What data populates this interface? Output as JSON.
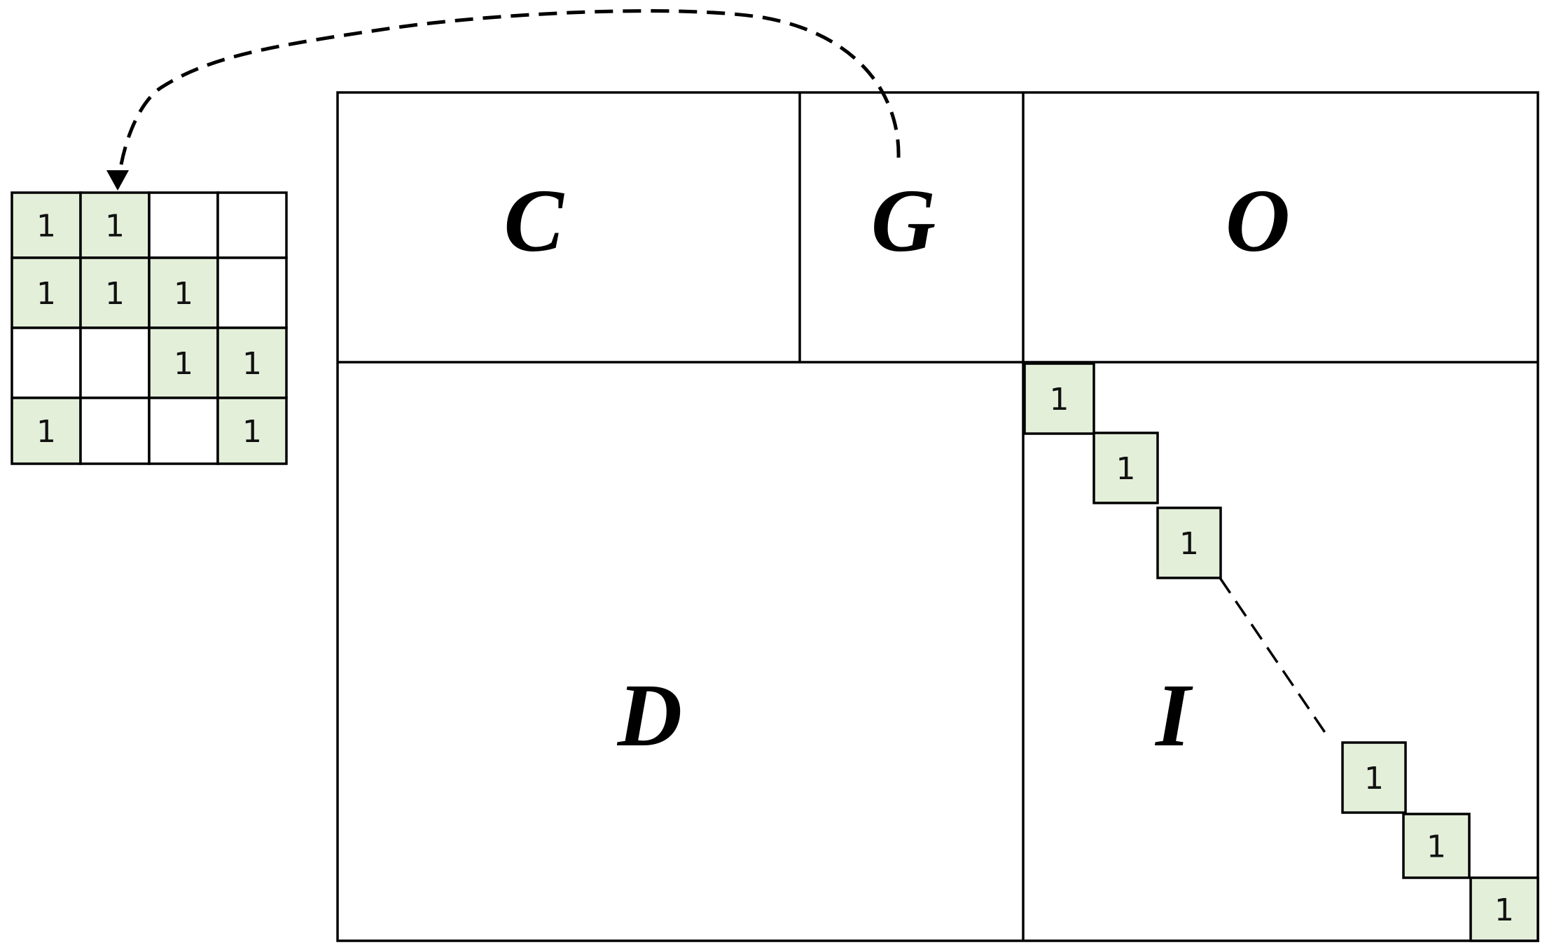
{
  "colors": {
    "stroke": "#000000",
    "cell_fill": "#e3efd9",
    "background": "#ffffff"
  },
  "blocks": {
    "C": "C",
    "G": "G",
    "O": "O",
    "D": "D",
    "I": "I"
  },
  "small_matrix": {
    "rows": [
      [
        "1",
        "1",
        "",
        ""
      ],
      [
        "1",
        "1",
        "1",
        ""
      ],
      [
        "",
        "",
        "1",
        "1"
      ],
      [
        "1",
        "",
        "",
        "1"
      ]
    ]
  },
  "identity_cells": [
    "1",
    "1",
    "1",
    "1",
    "1",
    "1"
  ]
}
